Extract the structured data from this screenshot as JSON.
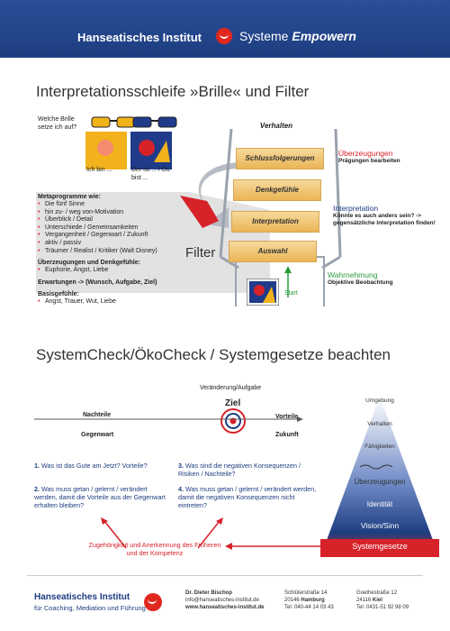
{
  "header": {
    "brand_left": "Hanseatisches Institut",
    "brand_right_a": "Systeme ",
    "brand_right_b": "Empowern",
    "bg_color": "#1d3d80"
  },
  "section1": {
    "title": "Interpretationsschleife »Brille« und Filter",
    "glasses_question": "Welche Brille setze ich auf?",
    "glasses_left_caption": "Ich bin ...",
    "glasses_right_caption": "Der ist ... / Du bist ...",
    "meta_heading": "Metaprogramme wie:",
    "meta_items": [
      "Die fünf Sinne",
      "hin zu- / weg von-Motivation",
      "Überblick / Detail",
      "Unterschiede / Gemeinsamkeiten",
      "Vergangenheit / Gegenwart / Zukunft",
      "aktiv / passiv",
      "Träumer / Realist / Kritiker (Walt Disney)"
    ],
    "beliefs_heading": "Überzeugungen und Denkgefühle:",
    "beliefs_items": [
      "Euphorie, Angst, Liebe"
    ],
    "expectations_text": "Erwartungen -> (Wunsch, Aufgabe, Ziel)",
    "basic_heading": "Basisgefühle:",
    "basic_items": [
      "Angst, Trauer, Wut, Liebe"
    ],
    "filter_label": "Filter",
    "ladder": {
      "top": "Verhalten",
      "rungs": [
        "Schlussfolgerungen",
        "Denkgefühle",
        "Interpretation",
        "Auswahl"
      ],
      "start": "Start"
    },
    "side": {
      "beliefs_title": "Überzeugungen",
      "beliefs_sub": "Prägungen bearbeiten",
      "interp_title": "Interpretation",
      "interp_sub": "Könnte es auch anders sein? -> gegensätzliche Interpretation finden!",
      "perception_title": "Wahrnehmung",
      "perception_sub": "Objektive Beobachtung"
    },
    "colors": {
      "red": "#d7222a",
      "blue": "#1d3d80",
      "green": "#2a9a3a",
      "gold": "#eab555"
    }
  },
  "section2": {
    "title": "SystemCheck/ÖkoCheck / Systemgesetze beachten",
    "change_label": "Veränderung/Aufgabe",
    "goal_label": "Ziel",
    "drawbacks_left": "Nachteile",
    "present_label": "Gegenwart",
    "advantages_right": "Vorteile",
    "future_label": "Zukunft",
    "items": [
      {
        "num": "1.",
        "text": "Was ist das Gute am Jetzt? Vorteile?"
      },
      {
        "num": "2.",
        "text": "Was muss getan / gelernt / verändert werden, damit die Vorteile aus der Gegenwart erhalten bleiben?"
      },
      {
        "num": "3.",
        "text": "Was sind die negativen Konsequenzen / Risiken / Nachteile?"
      },
      {
        "num": "4.",
        "text": "Was muss getan / gelernt / verändert werden, damit die negativen Konsequenzen nicht eintreten?"
      }
    ],
    "bottom_note": "Zugehörigkeit und Anerkennung des Früheren und der Kompetenz",
    "pyramid": [
      "Umgebung",
      "Verhalten",
      "Fähigkeiten",
      "Überzeugungen",
      "Identität",
      "Vision/Sinn",
      "Systemgesetze"
    ]
  },
  "footer": {
    "name": "Hanseatisches Institut",
    "sub": "für Coaching, Mediation und Führung",
    "person": "Dr. Dieter Bischop",
    "email": "info@hanseatisches-institut.de",
    "web": "www.hanseatisches-institut.de",
    "addr1_street": "Schlüterstraße 14",
    "addr1_city_zip": "20146 ",
    "addr1_city": "Hamburg",
    "addr1_tel": "Tel: 040-44 14 03 43",
    "addr2_street": "Goethestraße 12",
    "addr2_city_zip": "24116 ",
    "addr2_city": "Kiel",
    "addr2_tel": "Tel: 0431-51 92 98 09"
  }
}
